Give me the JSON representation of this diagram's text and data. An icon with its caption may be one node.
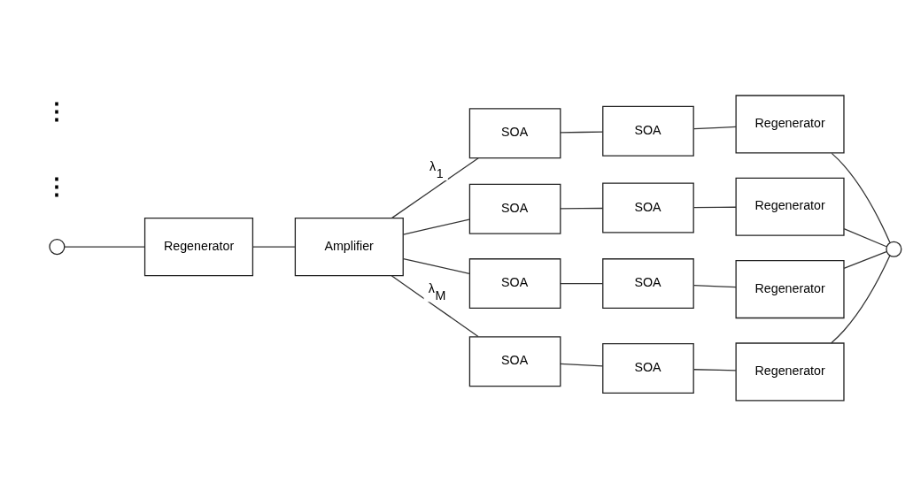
{
  "diagram": {
    "nodes": [
      {
        "text": [],
        "shape": "circle"
      },
      {
        "text": [
          "Regenerator"
        ]
      },
      {
        "text": [
          "Amplifier"
        ]
      },
      {
        "text": [
          "SOA"
        ]
      },
      {
        "text": [
          "SOA"
        ]
      },
      {
        "text": [
          "Regenerator"
        ]
      },
      {
        "text": [
          "SOA"
        ]
      },
      {
        "text": [
          "SOA"
        ]
      },
      {
        "text": [
          "Regenerator"
        ]
      },
      {
        "text": [
          "SOA"
        ]
      },
      {
        "text": [
          "SOA"
        ]
      },
      {
        "text": [
          "Regenerator"
        ]
      },
      {
        "text": [
          "SOA"
        ]
      },
      {
        "text": [
          "SOA"
        ]
      },
      {
        "text": [
          "Regenerator"
        ]
      },
      {
        "text": [],
        "shape": "circle"
      }
    ],
    "edges": [
      {
        "from": 0,
        "to": 1,
        "arrow": "none"
      },
      {
        "from": 1,
        "to": 2,
        "arrow": "none"
      },
      {
        "from": 2,
        "to": 3,
        "arrow": "none",
        "label": "λ$_{1}$"
      },
      {
        "from": 2,
        "to": 6,
        "arrow": "none"
      },
      {
        "from": 2,
        "to": 9,
        "arrow": "none"
      },
      {
        "from": 2,
        "to": 12,
        "arrow": "none",
        "label": "λ$_{M}$"
      },
      {
        "from": 3,
        "to": 4,
        "arrow": "none"
      },
      {
        "from": 4,
        "to": 5,
        "arrow": "none"
      },
      {
        "from": 6,
        "to": 7,
        "arrow": "none"
      },
      {
        "from": 7,
        "to": 8,
        "arrow": "none"
      },
      {
        "from": 9,
        "to": 10,
        "arrow": "none"
      },
      {
        "from": 10,
        "to": 11,
        "arrow": "none"
      },
      {
        "from": 12,
        "to": 13,
        "arrow": "none"
      },
      {
        "from": 13,
        "to": 14,
        "arrow": "none"
      },
      {
        "from": 5,
        "to": 15,
        "arrow": "none"
      },
      {
        "from": 8,
        "to": 15,
        "arrow": "none"
      },
      {
        "from": 11,
        "to": 15,
        "arrow": "none"
      },
      {
        "from": 14,
        "to": 15,
        "arrow": "none"
      }
    ],
    "labels": [
      "⋮",
      "⋮"
    ]
  }
}
